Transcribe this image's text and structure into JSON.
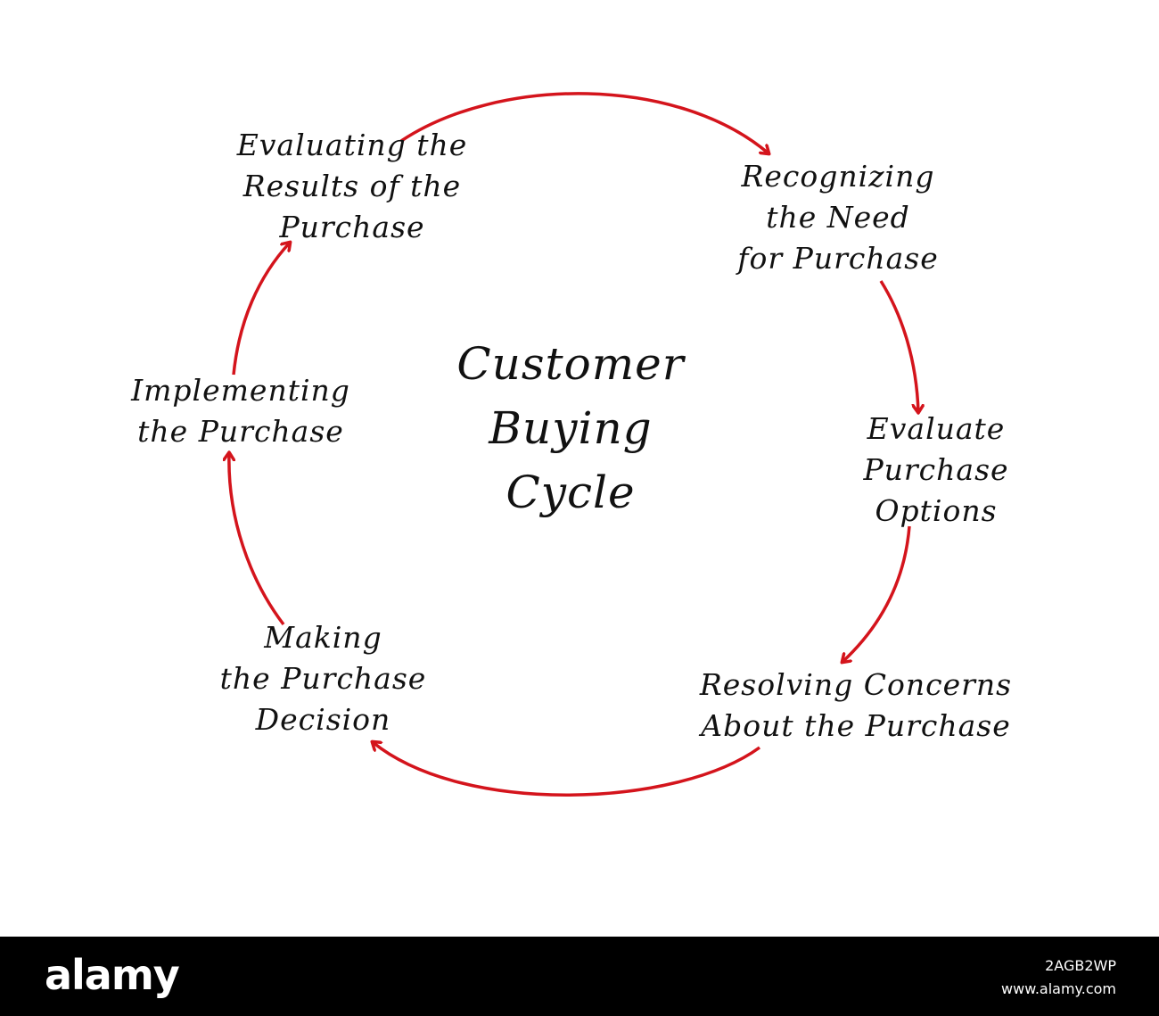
{
  "diagram": {
    "title_lines": [
      "Customer",
      "Buying",
      "Cycle"
    ],
    "steps": [
      {
        "lines": [
          "Recognizing",
          "the Need",
          "for Purchase"
        ]
      },
      {
        "lines": [
          "Evaluate",
          "Purchase",
          "Options"
        ]
      },
      {
        "lines": [
          "Resolving Concerns",
          "About the Purchase"
        ]
      },
      {
        "lines": [
          "Making",
          "the Purchase",
          "Decision"
        ]
      },
      {
        "lines": [
          "Implementing",
          "the Purchase"
        ]
      },
      {
        "lines": [
          "Evaluating the",
          "Results of the",
          "Purchase"
        ]
      }
    ],
    "arrow_color": "#d4141c",
    "text_color": "#111111"
  },
  "footer": {
    "logo": "alamy",
    "image_id": "2AGB2WP",
    "site": "www.alamy.com"
  }
}
